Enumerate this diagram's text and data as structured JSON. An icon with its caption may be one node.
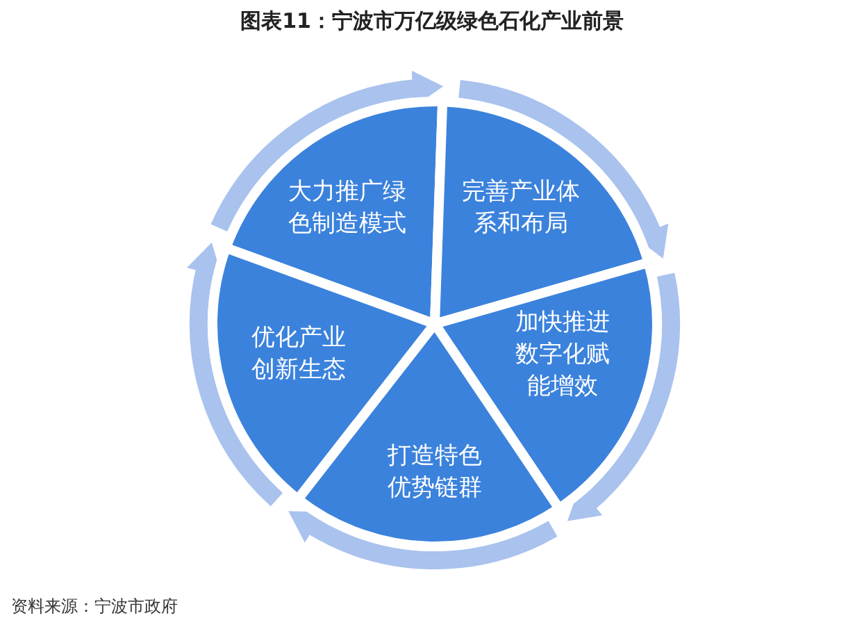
{
  "diagram": {
    "title": "图表11：宁波市万亿级绿色石化产业前景",
    "nodes": [
      {
        "text": [
          "大力推广绿色制造模式"
        ]
      },
      {
        "text": [
          "完善产业体系和布局"
        ]
      },
      {
        "text": [
          "优化产业创新生态"
        ]
      },
      {
        "text": [
          "加快推进数字化赋能增效"
        ]
      },
      {
        "text": [
          "打造特色优势链群"
        ]
      }
    ],
    "edges": [
      {
        "from": 1,
        "to": 3,
        "arrow": "to"
      },
      {
        "from": 3,
        "to": 4,
        "arrow": "to"
      },
      {
        "from": 4,
        "to": 2,
        "arrow": "to"
      },
      {
        "from": 2,
        "to": 0,
        "arrow": "to"
      },
      {
        "from": 0,
        "to": 1,
        "arrow": "to"
      }
    ],
    "labels": [
      "资料来源：宁波市政府"
    ]
  }
}
